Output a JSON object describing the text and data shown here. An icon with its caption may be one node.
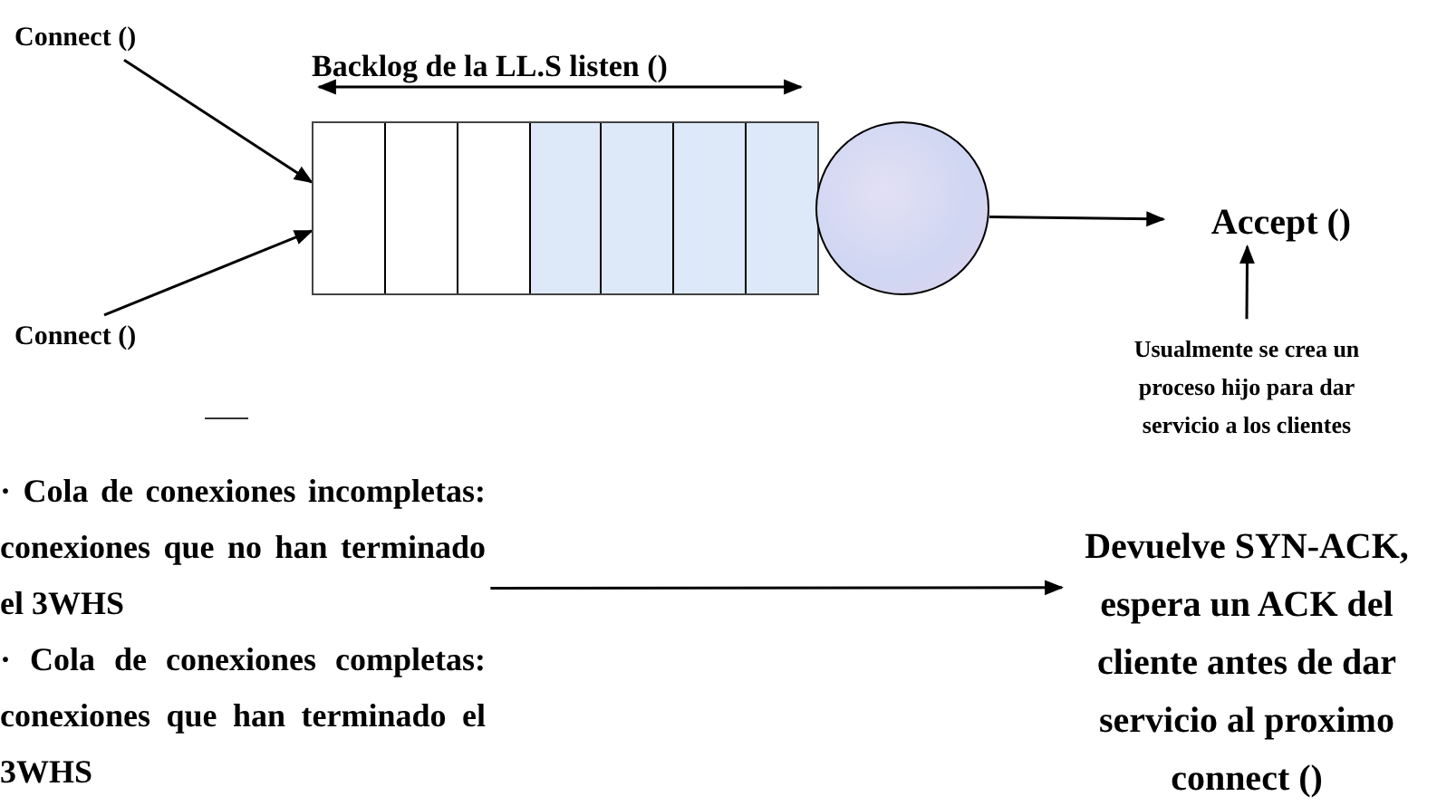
{
  "diagram": {
    "nodes": [
      {
        "text": [
          "Connect ()"
        ]
      },
      {
        "text": [
          "Connect ()"
        ]
      },
      {
        "text": [],
        "shape": "box"
      },
      {
        "text": [],
        "shape": "circle"
      },
      {
        "text": [
          "Accept ()"
        ]
      },
      {
        "text": [
          "Usualmente se crea un proceso hijo para dar servicio a los clientes"
        ]
      },
      {
        "text": [
          "· Cola de conexiones incompletas: conexiones que no han terminado el 3WHS",
          "· Cola de conexiones completas: conexiones que han terminado el 3WHS"
        ]
      },
      {
        "text": [
          "Devuelve SYN-ACK, espera un ACK del cliente antes de dar servicio al proximo connect ()"
        ]
      }
    ],
    "edges": [
      {
        "from": 0,
        "to": 2,
        "arrow": "to"
      },
      {
        "from": 1,
        "to": 2,
        "arrow": "to"
      },
      {
        "from": 3,
        "to": 4,
        "arrow": "to"
      },
      {
        "from": 5,
        "to": 4,
        "arrow": "to"
      },
      {
        "from": 6,
        "to": 7,
        "arrow": "to"
      }
    ],
    "labels": [
      "Backlog de la LL.S listen ()"
    ]
  }
}
